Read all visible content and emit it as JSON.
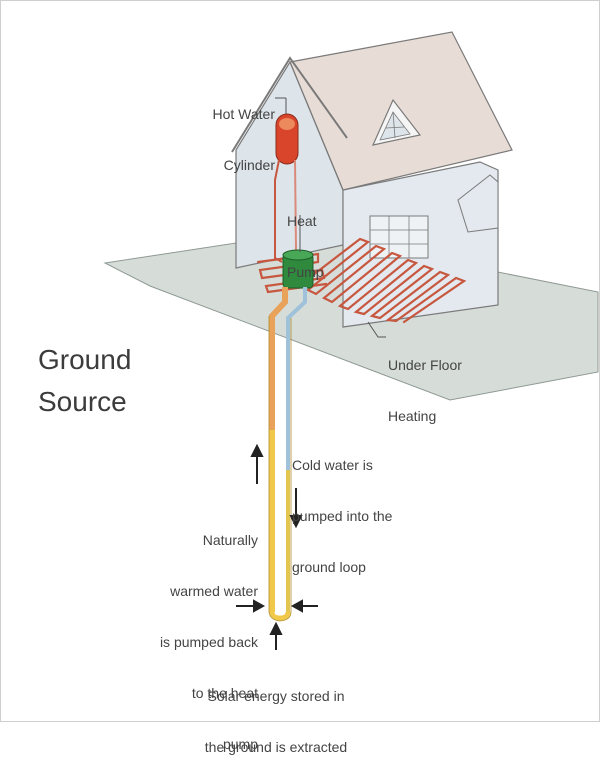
{
  "title": {
    "line1": "Ground",
    "line2": "Source"
  },
  "labels": {
    "hot_water_cylinder": [
      "Hot Water",
      "Cylinder"
    ],
    "heat_pump": [
      "Heat",
      "Pump"
    ],
    "under_floor_heating": [
      "Under Floor",
      "Heating"
    ],
    "cold_water": [
      "Cold water is",
      "pumped into the",
      "ground loop"
    ],
    "warmed_water": [
      "Naturally",
      "warmed water",
      "is pumped back",
      "to the heat",
      "pump"
    ],
    "solar_energy": [
      "Solar energy stored in",
      "the ground is extracted"
    ]
  },
  "colors": {
    "ground": "#d6ddd9",
    "house_wall": "#dde4ea",
    "roof": "#e8ddd6",
    "outline": "#7a7a7a",
    "hot_pipe": "#e8a25a",
    "warm_pipe": "#f1c94a",
    "cold_pipe": "#9fc1d9",
    "floor_pipe": "#c7573f",
    "heat_pump": "#2f8a3e",
    "cylinder": "#d9452a"
  }
}
